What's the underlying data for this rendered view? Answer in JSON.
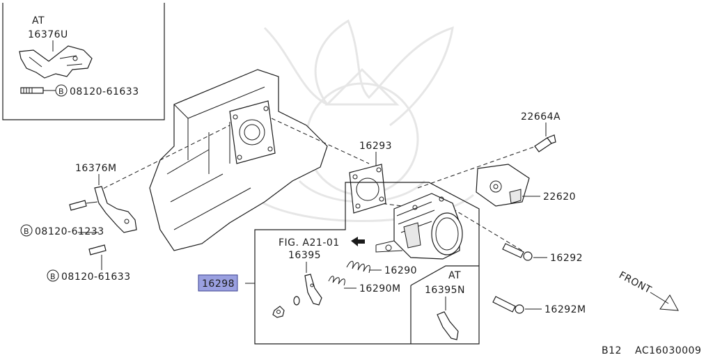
{
  "colors": {
    "line": "#1a1a1a",
    "highlight": "#9aa0e0",
    "highlight_border": "#3a3f8f",
    "watermark": "#e6e6e6"
  },
  "inset_at_top": {
    "variant": "AT",
    "part": "16376U",
    "bolt": "08120-61633",
    "bolt_marker": "B"
  },
  "labels": {
    "p16376M": "16376M",
    "p16293": "16293",
    "p22664A": "22664A",
    "p22620": "22620",
    "p16292": "16292",
    "p16292M": "16292M",
    "p16290": "16290",
    "p16290M": "16290M",
    "p16395": "16395",
    "fig_ref": "FIG. A21-01",
    "bolt_1233": "08120-61233",
    "bolt_1633": "08120-61633",
    "bolt_marker": "B",
    "highlighted_part": "16298",
    "front": "FRONT"
  },
  "inset_at_bottom": {
    "variant": "AT",
    "part": "16395N"
  },
  "footer": {
    "page": "B12",
    "code": "AC16030009"
  }
}
